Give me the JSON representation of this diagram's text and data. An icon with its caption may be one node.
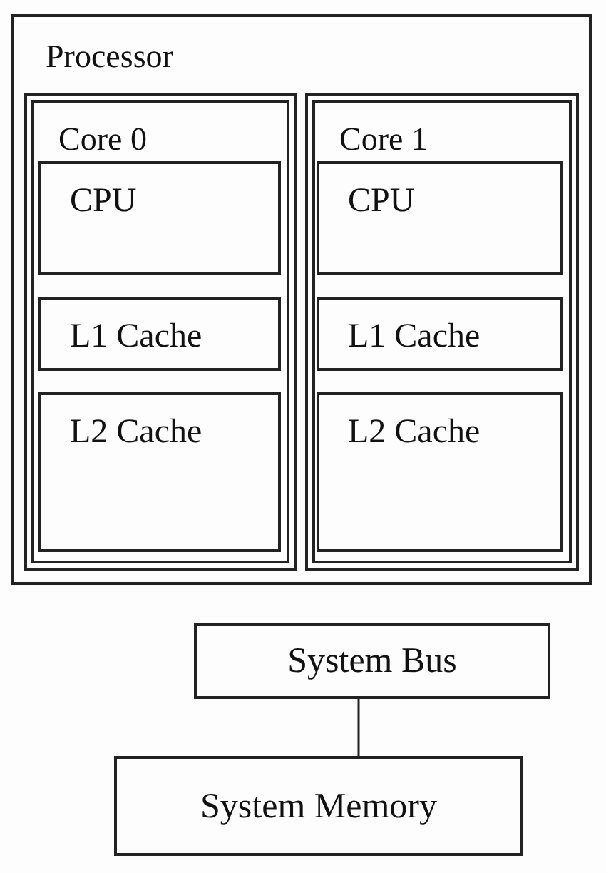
{
  "diagram": {
    "nodes": [
      {
        "text": [
          "Processor"
        ]
      },
      {
        "text": [
          "Core 0"
        ],
        "in": 0
      },
      {
        "text": [
          "CPU"
        ],
        "in": 1
      },
      {
        "text": [
          "L1 Cache"
        ],
        "in": 1
      },
      {
        "text": [
          "L2 Cache"
        ],
        "in": 1
      },
      {
        "text": [
          "Core 1"
        ],
        "in": 0
      },
      {
        "text": [
          "CPU"
        ],
        "in": 5
      },
      {
        "text": [
          "L1 Cache"
        ],
        "in": 5
      },
      {
        "text": [
          "L2 Cache"
        ],
        "in": 5
      },
      {
        "text": [
          "System Bus"
        ]
      },
      {
        "text": [
          "System Memory"
        ]
      }
    ],
    "edges": [
      {
        "from": 9,
        "to": 10,
        "arrow": "none"
      }
    ]
  }
}
